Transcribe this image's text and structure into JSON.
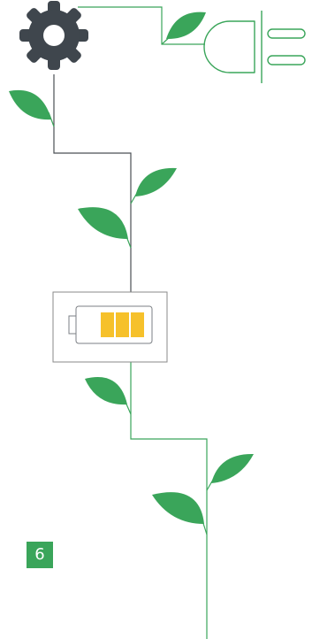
{
  "colors": {
    "green": "#3aa55a",
    "leaf": "#3aa55a",
    "dark_line": "#4b4f54",
    "gear": "#3f464d",
    "battery_fill": "#f6c12b",
    "battery_outline": "#7b7f84",
    "box_border": "#8a8a8a",
    "plug": "#3aa55a",
    "badge": "#3aa55a"
  },
  "icons": {
    "gear": "gear-icon",
    "plug": "plug-icon",
    "battery": "battery-icon",
    "leaf": "leaf-icon"
  },
  "battery": {
    "charge_bars_filled": 3,
    "charge_bars_total": 3
  },
  "step_badge": {
    "label": "6"
  }
}
